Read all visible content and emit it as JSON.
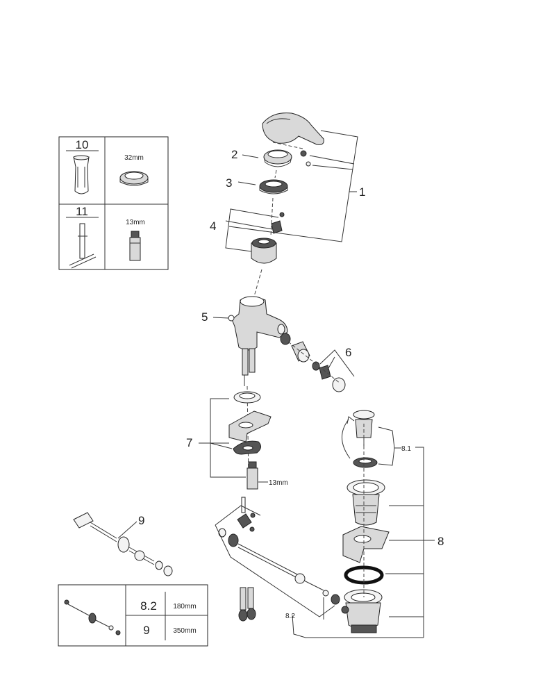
{
  "callouts": {
    "c1": "1",
    "c2": "2",
    "c3": "3",
    "c4": "4",
    "c5": "5",
    "c6": "6",
    "c7": "7",
    "c8": "8",
    "c81": "8.1",
    "c82": "8.2",
    "c9": "9"
  },
  "dimensions": {
    "d_aerator_13mm": "13mm"
  },
  "tools_table": {
    "tool10": "10",
    "tool10_size": "32mm",
    "tool11": "11",
    "tool11_size": "13mm"
  },
  "rods_table": {
    "r1_id": "8.2",
    "r1_len": "180mm",
    "r2_id": "9",
    "r2_len": "350mm"
  }
}
